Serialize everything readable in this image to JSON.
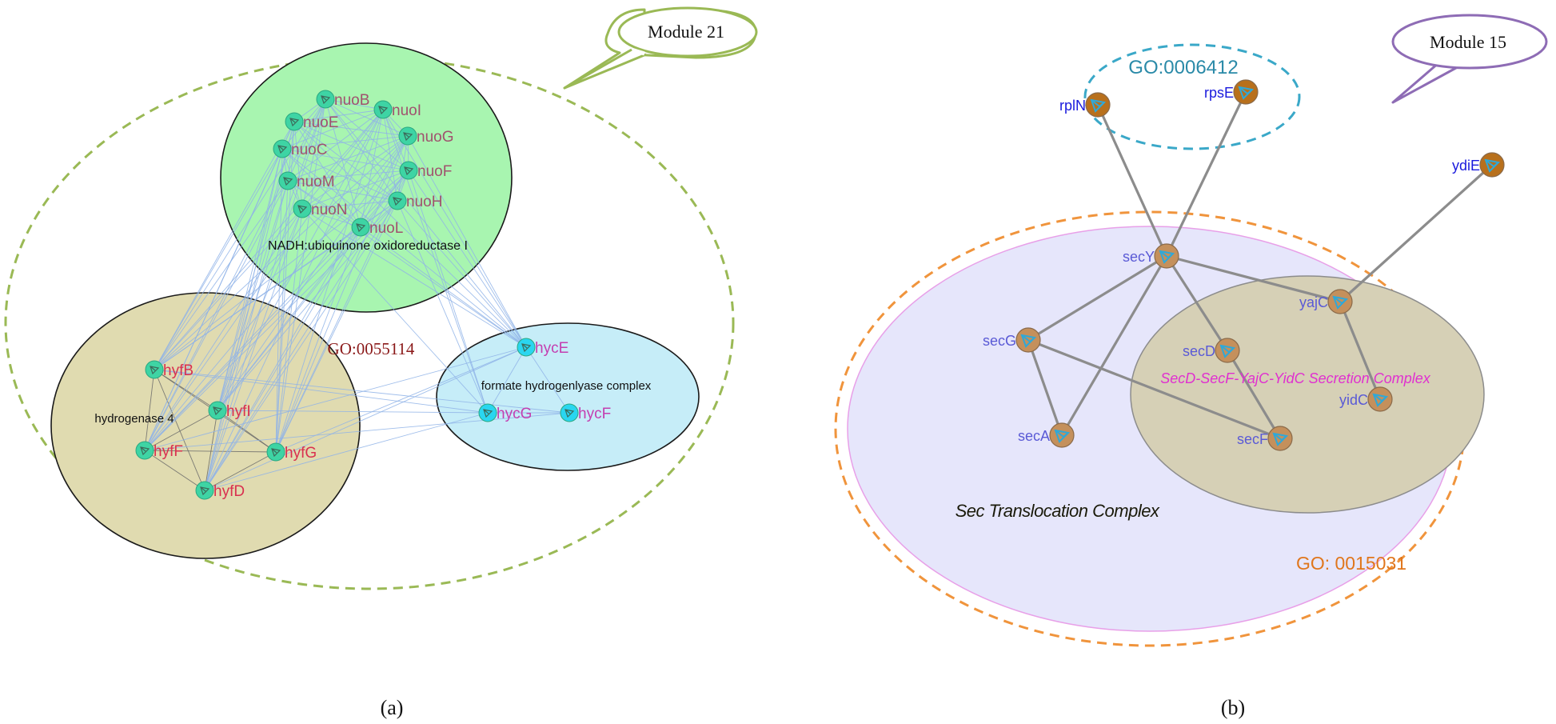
{
  "panel_a": {
    "module_label": "Module 21",
    "go_label": "GO:0055114",
    "caption": "(a)",
    "complexes": {
      "nadh": "NADH:ubiquinone oxidoreductase I",
      "hydrogenase": "hydrogenase 4",
      "formate": "formate hydrogenlyase complex"
    },
    "nodes": [
      {
        "id": "nuoB",
        "label": "nuoB",
        "group": "nadh"
      },
      {
        "id": "nuoI",
        "label": "nuoI",
        "group": "nadh"
      },
      {
        "id": "nuoE",
        "label": "nuoE",
        "group": "nadh"
      },
      {
        "id": "nuoG",
        "label": "nuoG",
        "group": "nadh"
      },
      {
        "id": "nuoC",
        "label": "nuoC",
        "group": "nadh"
      },
      {
        "id": "nuoF",
        "label": "nuoF",
        "group": "nadh"
      },
      {
        "id": "nuoM",
        "label": "nuoM",
        "group": "nadh"
      },
      {
        "id": "nuoH",
        "label": "nuoH",
        "group": "nadh"
      },
      {
        "id": "nuoN",
        "label": "nuoN",
        "group": "nadh"
      },
      {
        "id": "nuoL",
        "label": "nuoL",
        "group": "nadh"
      },
      {
        "id": "hyfB",
        "label": "hyfB",
        "group": "hydrogenase"
      },
      {
        "id": "hyfI",
        "label": "hyfI",
        "group": "hydrogenase"
      },
      {
        "id": "hyfF",
        "label": "hyfF",
        "group": "hydrogenase"
      },
      {
        "id": "hyfG",
        "label": "hyfG",
        "group": "hydrogenase"
      },
      {
        "id": "hyfD",
        "label": "hyfD",
        "group": "hydrogenase"
      },
      {
        "id": "hycE",
        "label": "hycE",
        "group": "formate"
      },
      {
        "id": "hycG",
        "label": "hycG",
        "group": "formate"
      },
      {
        "id": "hycF",
        "label": "hycF",
        "group": "formate"
      }
    ]
  },
  "panel_b": {
    "module_label": "Module 15",
    "go_top_label": "GO:0006412",
    "go_bottom_label": "GO: 0015031",
    "caption": "(b)",
    "complexes": {
      "sec_translocation": "Sec Translocation Complex",
      "secretion": "SecD-SecF-YajC-YidC Secretion Complex"
    },
    "nodes": [
      {
        "id": "rplN",
        "label": "rplN"
      },
      {
        "id": "rpsE",
        "label": "rpsE"
      },
      {
        "id": "ydiE",
        "label": "ydiE"
      },
      {
        "id": "secY",
        "label": "secY"
      },
      {
        "id": "yajC",
        "label": "yajC"
      },
      {
        "id": "secG",
        "label": "secG"
      },
      {
        "id": "secD",
        "label": "secD"
      },
      {
        "id": "yidC",
        "label": "yidC"
      },
      {
        "id": "secA",
        "label": "secA"
      },
      {
        "id": "secF",
        "label": "secF"
      }
    ],
    "edges": [
      [
        "secY",
        "rplN"
      ],
      [
        "secY",
        "rpsE"
      ],
      [
        "secY",
        "secG"
      ],
      [
        "secY",
        "secA"
      ],
      [
        "secY",
        "secD"
      ],
      [
        "secY",
        "yajC"
      ],
      [
        "secG",
        "secA"
      ],
      [
        "secG",
        "secF"
      ],
      [
        "secD",
        "secF"
      ],
      [
        "yajC",
        "ydiE"
      ],
      [
        "yajC",
        "yidC"
      ]
    ]
  },
  "colors": {
    "module21_outline": "#9ab955",
    "module15_outline": "#8e6cb5",
    "nadh_fill": "#a8f5b0",
    "hydrogenase_fill": "#e0dbb0",
    "formate_fill": "#c6edf8",
    "a_edge": "#8fb3e8",
    "a_node": "#3ed4a4",
    "a_node_cyan": "#2ad6f0",
    "go_a_text": "#8b1a1a",
    "nadh_label_text": "#a0526e",
    "hyf_label_text": "#d9304f",
    "hyc_label_text": "#c43fb0",
    "go_top_outline": "#3aa8c8",
    "go_top_text": "#2a8aa8",
    "go_bottom_outline": "#f0943c",
    "go_bottom_text": "#e0761c",
    "sec_fill": "#e6e6fb",
    "sec_outline": "#e8a0e8",
    "secretion_fill": "#d6d0b6",
    "secretion_text": "#e030d0",
    "b_node": "#c4905c",
    "b_node_top": "#b8701c",
    "b_edge": "#8c8c8c",
    "b_label_blue": "#1a1add",
    "b_label_sec": "#5a5ad6"
  }
}
